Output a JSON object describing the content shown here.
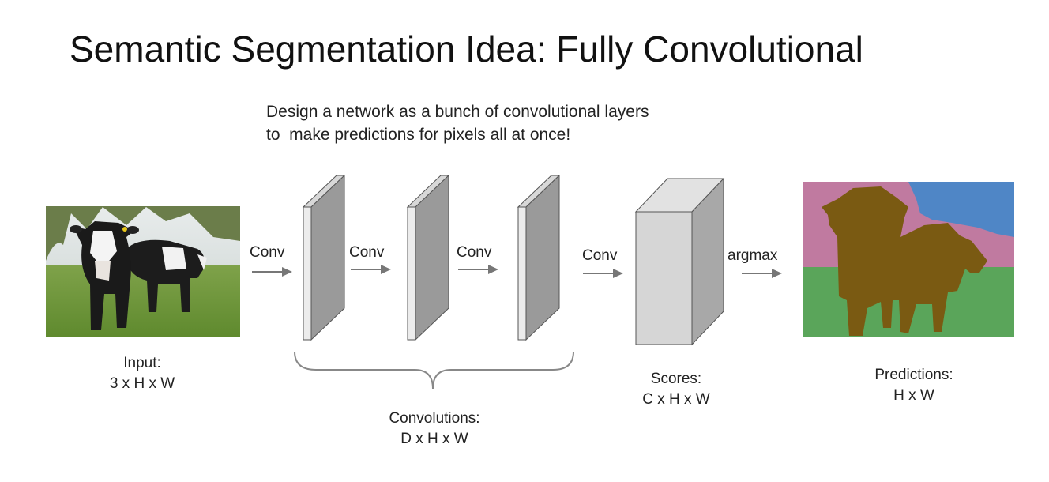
{
  "slide": {
    "title": "Semantic Segmentation Idea: Fully Convolutional",
    "subtitle_line1": "Design a network as a bunch of convolutional layers",
    "subtitle_line2": "to  make predictions for pixels all at once!"
  },
  "arrows": {
    "conv_1": "Conv",
    "conv_2": "Conv",
    "conv_3": "Conv",
    "conv_4": "Conv",
    "argmax": "argmax"
  },
  "captions": {
    "input_line1": "Input:",
    "input_line2": "3 x H x W",
    "convolutions_line1": "Convolutions:",
    "convolutions_line2": "D x H x W",
    "scores_line1": "Scores:",
    "scores_line2": "C x H x W",
    "predictions_line1": "Predictions:",
    "predictions_line2": "H x W"
  },
  "colors": {
    "segment_cow": "#7a5a12",
    "segment_grass": "#5aa55a",
    "segment_sky": "#4f86c6",
    "segment_trees": "#c07aa0",
    "layer_face": "#9a9a9a",
    "layer_edge": "#d8d8d8"
  }
}
